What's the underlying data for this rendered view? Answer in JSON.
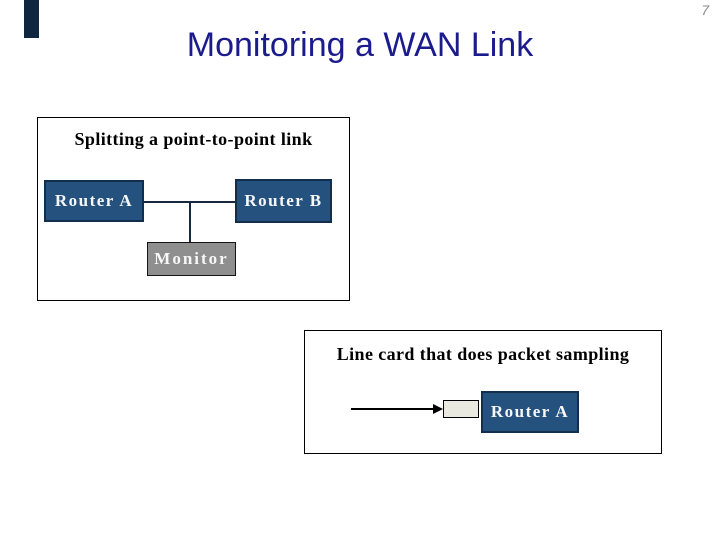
{
  "page": {
    "number": "7"
  },
  "title": "Monitoring a WAN Link",
  "colors": {
    "title_text": "#1b1b8c",
    "router_fill": "#24517e",
    "router_border": "#132e4d",
    "monitor_fill": "#8f8f8f",
    "line_card_fill": "#e9e9df",
    "page_number_text": "#8a8a8a",
    "corner_bar": "#10253f"
  },
  "diagram_splitting": {
    "title": "Splitting a point-to-point link",
    "router_a_label": "Router A",
    "router_b_label": "Router B",
    "monitor_label": "Monitor"
  },
  "diagram_line_card": {
    "title": "Line card that does packet sampling",
    "router_label": "Router A"
  }
}
